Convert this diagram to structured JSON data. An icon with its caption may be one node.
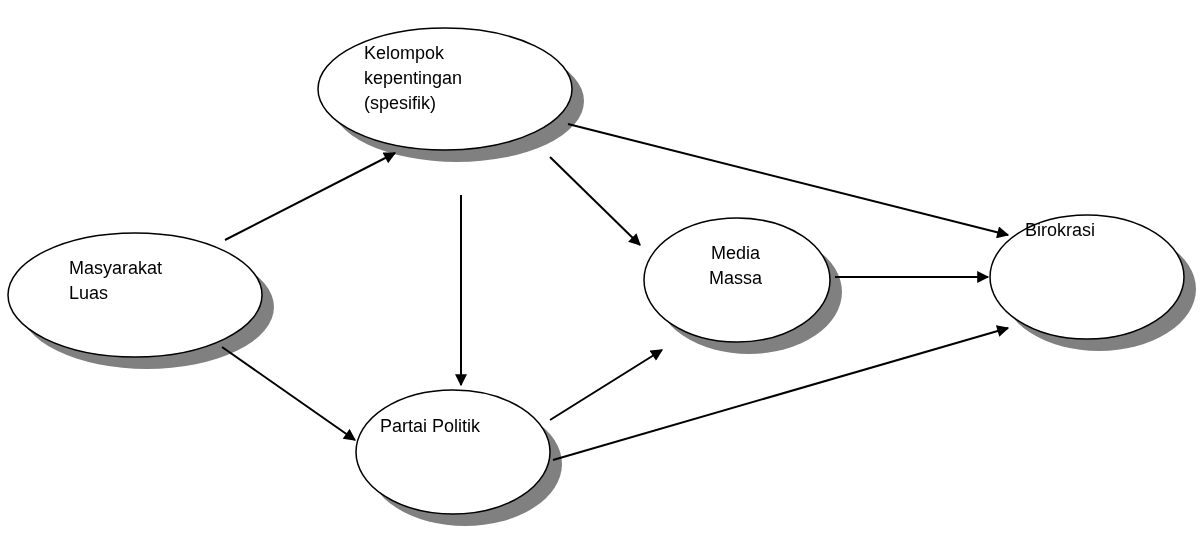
{
  "diagram": {
    "nodes": [
      {
        "text": [
          "Masyarakat Luas"
        ]
      },
      {
        "text": [
          "Kelompok kepentingan (spesifik)"
        ]
      },
      {
        "text": [
          "Media Massa"
        ]
      },
      {
        "text": [
          "Birokrasi"
        ]
      },
      {
        "text": [
          "Partai Politik"
        ]
      }
    ],
    "edges": [
      {
        "from": 0,
        "to": 1,
        "arrow": "to"
      },
      {
        "from": 0,
        "to": 4,
        "arrow": "to"
      },
      {
        "from": 1,
        "to": 4,
        "arrow": "to"
      },
      {
        "from": 1,
        "to": 2,
        "arrow": "to"
      },
      {
        "from": 1,
        "to": 3,
        "arrow": "to"
      },
      {
        "from": 2,
        "to": 3,
        "arrow": "to"
      },
      {
        "from": 4,
        "to": 2,
        "arrow": "to"
      },
      {
        "from": 4,
        "to": 3,
        "arrow": "to"
      }
    ]
  }
}
